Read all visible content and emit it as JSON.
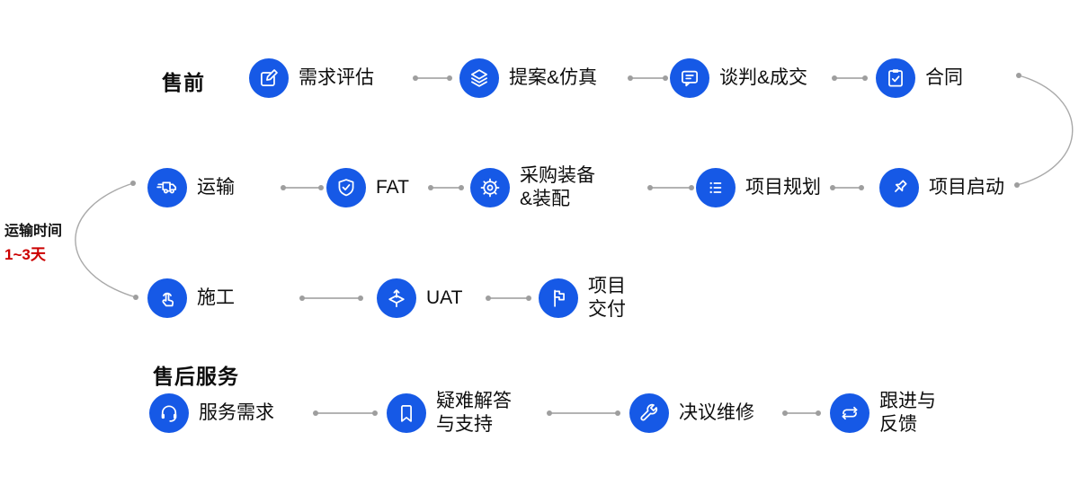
{
  "colors": {
    "accent_blue": "#1659e6",
    "connector_gray": "#b3b3b3",
    "dot_gray": "#9e9e9e",
    "text_black": "#0d0d0d",
    "annotation_red": "#cc0000"
  },
  "sections": {
    "presales_label": "售前",
    "aftersales_label": "售后服务"
  },
  "annotation": {
    "line1": "运输时间",
    "line2": "1~3天"
  },
  "rows": {
    "row1": {
      "nodes": [
        {
          "icon": "edit-icon",
          "label": "需求评估"
        },
        {
          "icon": "layers-icon",
          "label": "提案&仿真"
        },
        {
          "icon": "chat-icon",
          "label": "谈判&成交"
        },
        {
          "icon": "clipboard-check-icon",
          "label": "合同"
        }
      ]
    },
    "row2": {
      "nodes": [
        {
          "icon": "truck-icon",
          "label": "运输"
        },
        {
          "icon": "shield-check-icon",
          "label": "FAT"
        },
        {
          "icon": "gear-icon",
          "label": "采购装备\n&装配"
        },
        {
          "icon": "list-icon",
          "label": "项目规划"
        },
        {
          "icon": "pushpin-icon",
          "label": "项目启动"
        }
      ]
    },
    "row3": {
      "nodes": [
        {
          "icon": "touch-icon",
          "label": "施工"
        },
        {
          "icon": "deploy-icon",
          "label": "UAT"
        },
        {
          "icon": "flag-icon",
          "label": "项目\n交付"
        }
      ]
    },
    "row4": {
      "nodes": [
        {
          "icon": "headset-icon",
          "label": "服务需求"
        },
        {
          "icon": "bookmark-icon",
          "label": "疑难解答\n与支持"
        },
        {
          "icon": "wrench-icon",
          "label": "决议维修"
        },
        {
          "icon": "repeat-icon",
          "label": "跟进与\n反馈"
        }
      ]
    }
  }
}
